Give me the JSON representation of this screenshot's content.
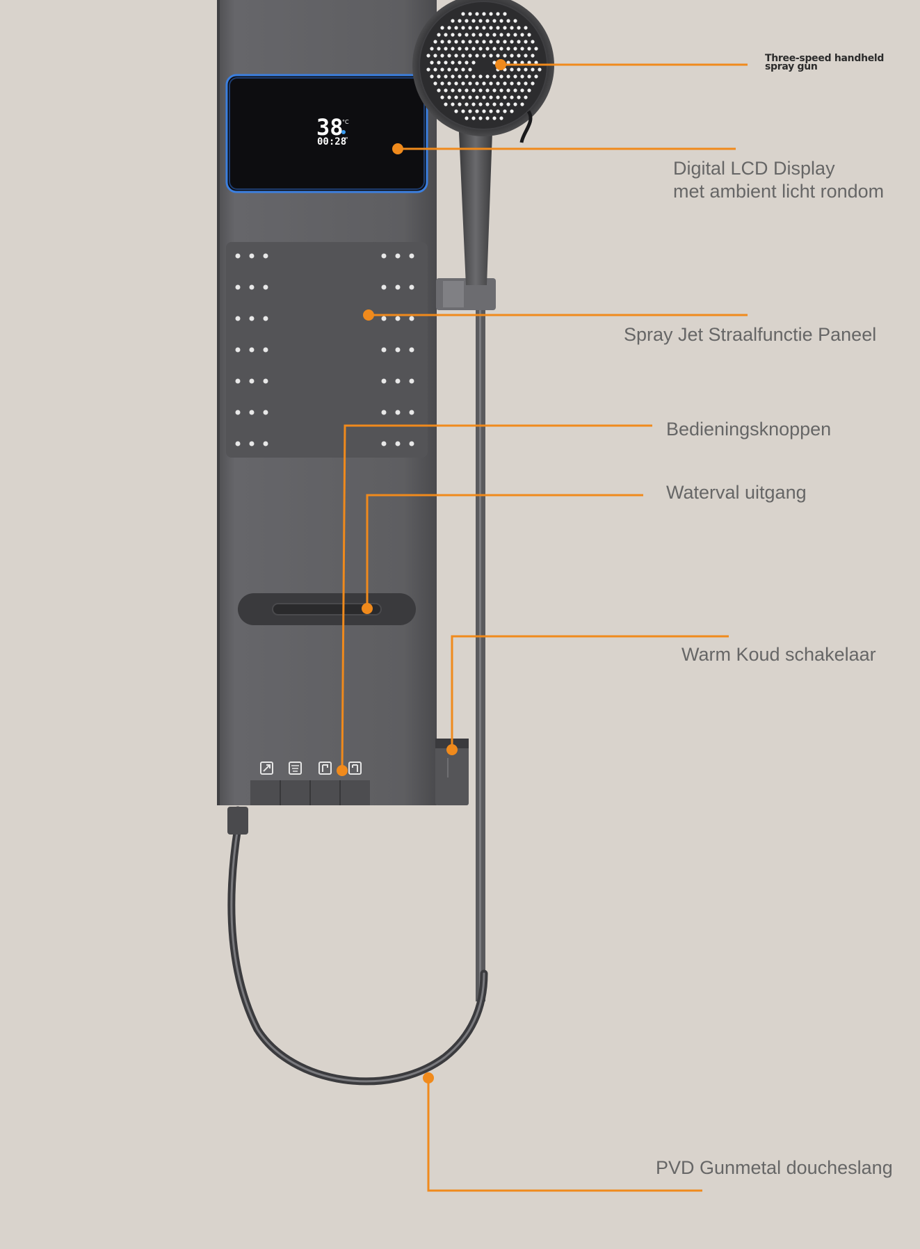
{
  "colors": {
    "background": "#d9d3cc",
    "panel": "#5f5f62",
    "callout": "#f08a1c",
    "lcd_glow": "#3b7fe0",
    "label_text": "#666666"
  },
  "lcd": {
    "temperature": "38",
    "temperature_unit": "°C",
    "time": "00:28",
    "time_suffix": "\""
  },
  "callouts": {
    "handheld": {
      "line1": "Three-speed handheld",
      "line2": "spray gun"
    },
    "lcd": {
      "line1": "Digital LCD Display",
      "line2": "met ambient licht rondom"
    },
    "spray_panel": {
      "text": "Spray Jet Straalfunctie Paneel"
    },
    "buttons": {
      "text": "Bedieningsknoppen"
    },
    "waterfall": {
      "text": "Waterval uitgang"
    },
    "switch": {
      "text": "Warm Koud schakelaar"
    },
    "hose": {
      "text": "PVD Gunmetal doucheslang"
    }
  },
  "icons": [
    "handheld-mode-icon",
    "rain-mode-icon",
    "waterfall-mode-icon",
    "body-jet-mode-icon"
  ]
}
